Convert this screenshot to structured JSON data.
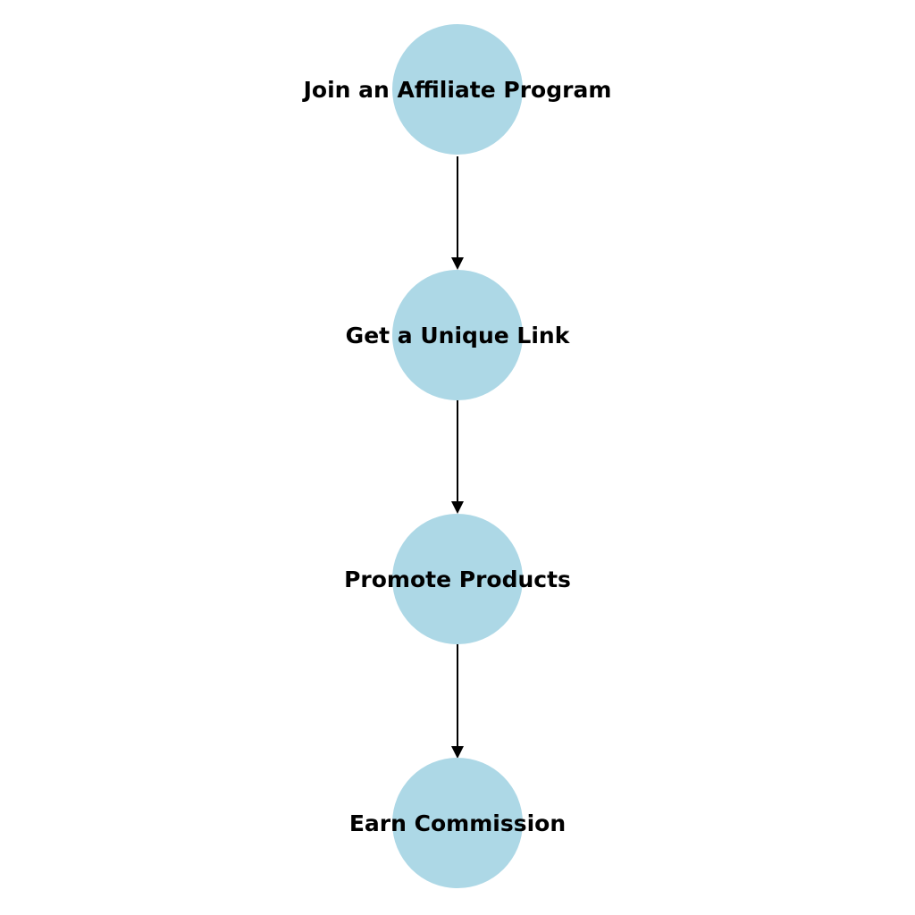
{
  "diagram": {
    "type": "flowchart",
    "direction": "top-to-bottom",
    "background": "#FFFFFF",
    "node_fill": "#ADD8E6",
    "edge_color": "#000000",
    "label_color": "#000000",
    "nodes": [
      {
        "label": "Join an Affiliate Program"
      },
      {
        "label": "Get a Unique Link"
      },
      {
        "label": "Promote Products"
      },
      {
        "label": "Earn Commission"
      }
    ],
    "edges": [
      {
        "from": "Join an Affiliate Program",
        "to": "Get a Unique Link"
      },
      {
        "from": "Get a Unique Link",
        "to": "Promote Products"
      },
      {
        "from": "Promote Products",
        "to": "Earn Commission"
      }
    ]
  }
}
